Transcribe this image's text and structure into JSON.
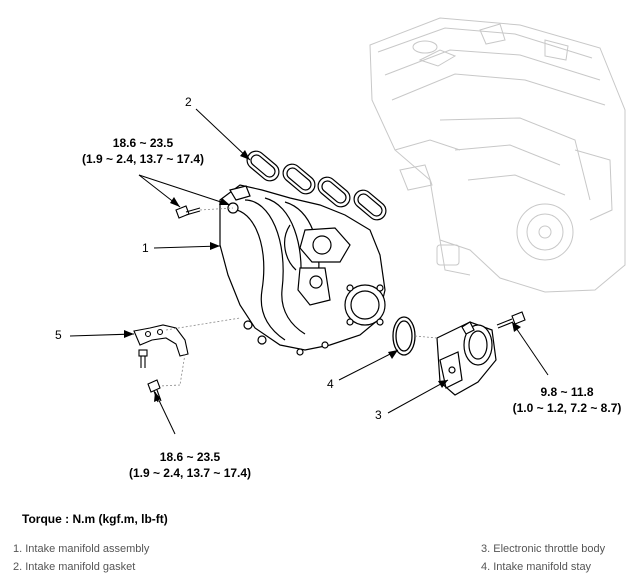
{
  "callouts": {
    "n1": "1",
    "n2": "2",
    "n3": "3",
    "n4": "4",
    "n5": "5"
  },
  "torque_specs": {
    "manifold_top": {
      "nm": "18.6 ~ 23.5",
      "alt": "(1.9 ~ 2.4, 13.7 ~ 17.4)"
    },
    "stay_bottom": {
      "nm": "18.6 ~ 23.5",
      "alt": "(1.9 ~ 2.4, 13.7 ~ 17.4)"
    },
    "throttle": {
      "nm": "9.8 ~ 11.8",
      "alt": "(1.0 ~ 1.2, 7.2 ~ 8.7)"
    }
  },
  "torque_unit_label": "Torque : N.m (kgf.m, lb-ft)",
  "legend": {
    "item1": "1. Intake manifold assembly",
    "item2": "2. Intake manifold gasket",
    "item3": "3. Electronic throttle body",
    "item4": "4. Intake manifold stay"
  }
}
